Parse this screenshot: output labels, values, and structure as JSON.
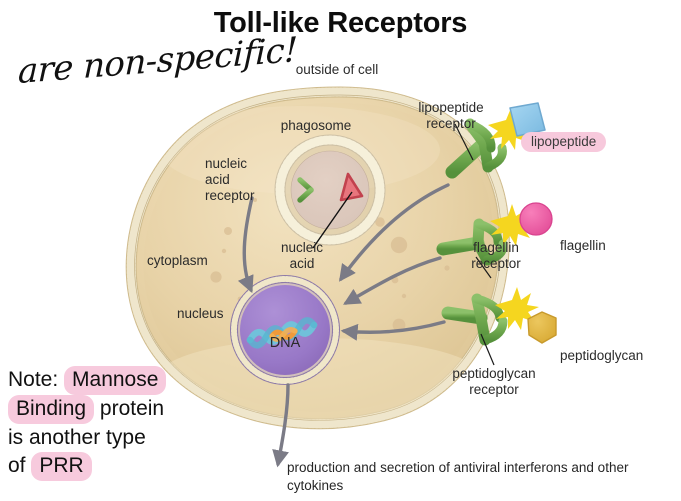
{
  "title": "Toll-like Receptors",
  "annotation": {
    "handwritten_note": "are non-specific!"
  },
  "note_block": {
    "prefix": "Note: ",
    "hl1": "Mannose",
    "hl2": "Binding",
    "mid": " protein",
    "line3": "is another type",
    "of": "of ",
    "hl3": "PRR"
  },
  "diagram": {
    "outside_label": "outside of cell",
    "phagosome_label": "phagosome",
    "nucleic_acid_receptor_label": "nucleic\nacid\nreceptor",
    "nucleic_acid_label": "nucleic\nacid",
    "cytoplasm_label": "cytoplasm",
    "nucleus_label": "nucleus",
    "dna_label": "DNA",
    "receptors": [
      {
        "name": "lipopeptide-receptor",
        "label": "lipopeptide\nreceptor",
        "ligand_label": "lipopeptide",
        "ligand_shape": "square",
        "ligand_color": "#8ec8ec"
      },
      {
        "name": "flagellin-receptor",
        "label": "flagellin\nreceptor",
        "ligand_label": "flagellin",
        "ligand_shape": "circle",
        "ligand_color": "#ea5aa0"
      },
      {
        "name": "peptidoglycan-receptor",
        "label": "peptidoglycan\nreceptor",
        "ligand_label": "peptidoglycan",
        "ligand_shape": "hexagon",
        "ligand_color": "#e0b84a"
      }
    ],
    "output_caption": "production and secretion of antiviral\ninterferons and other cytokines"
  },
  "colors": {
    "cytoplasm": "#e5cfa4",
    "membrane": "#d9c79a",
    "nucleus": "#9b7ecb",
    "receptor_green": "#6aa84f",
    "starburst_yellow": "#f5d020",
    "arrow_gray": "#7b7b86",
    "highlight_pink": "#f7c9dc",
    "nucleic_acid_red": "#e0636b",
    "title_black": "#0d0d0d"
  }
}
